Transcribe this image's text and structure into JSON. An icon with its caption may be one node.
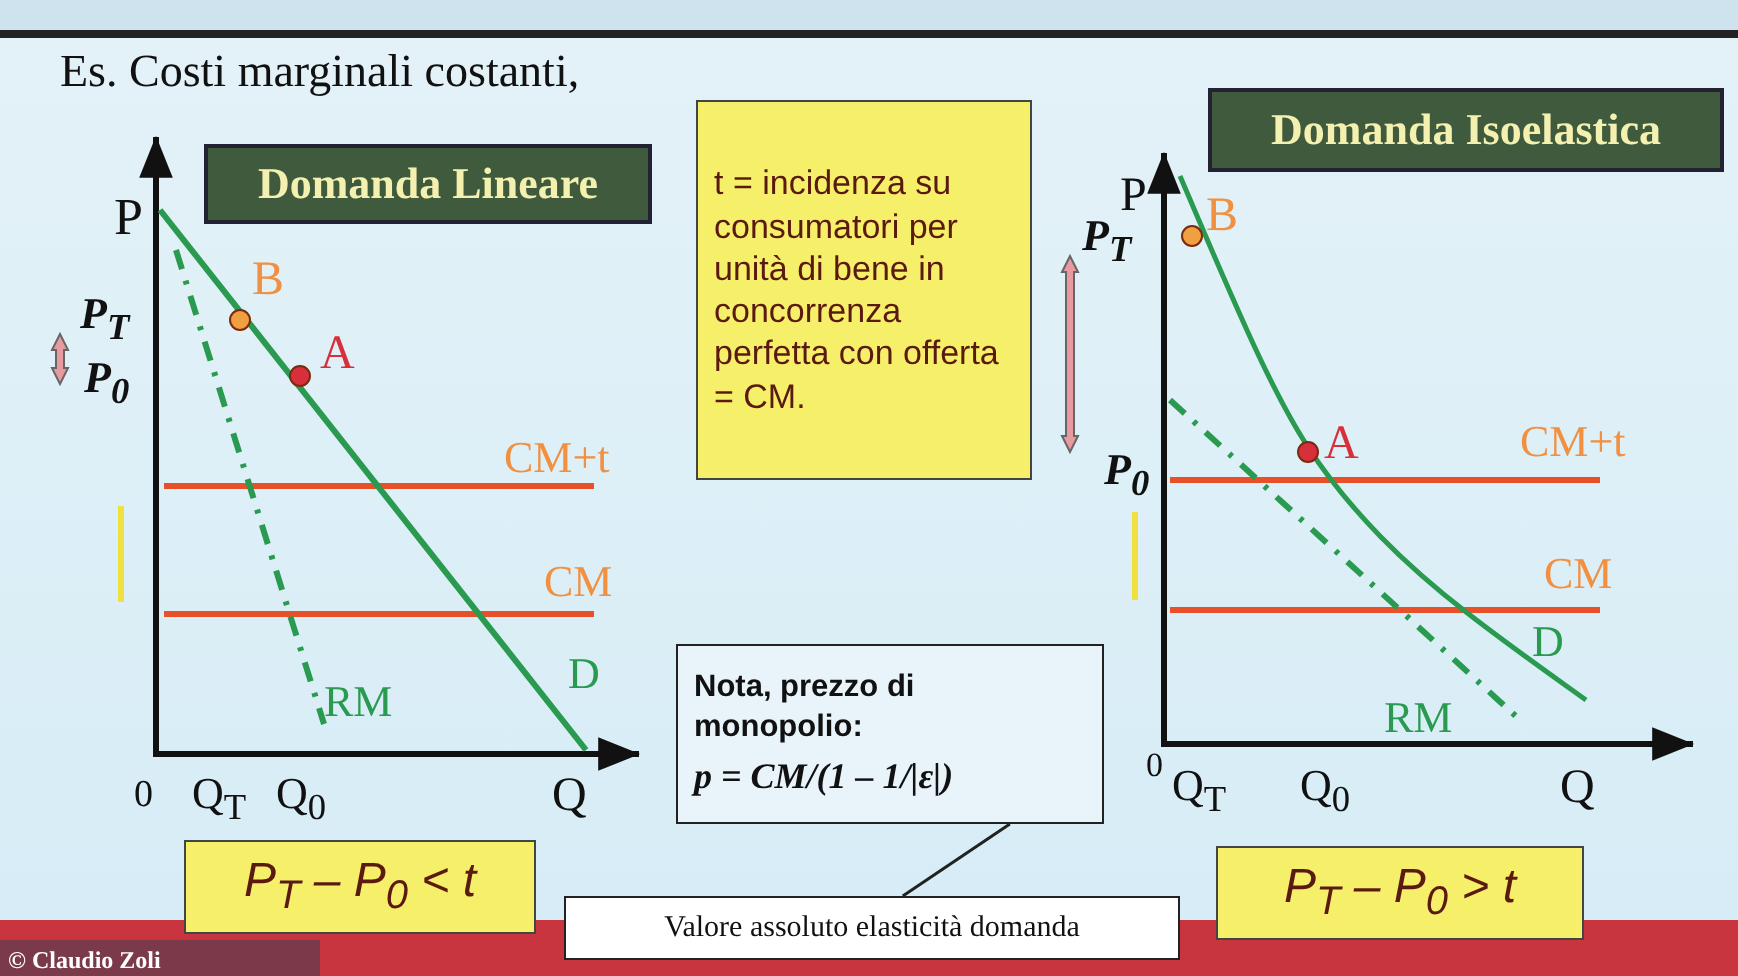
{
  "diagram": {
    "title": "Es. Costi marginali costanti,",
    "nodes": [
      {
        "text": [
          "Domanda Lineare"
        ]
      },
      {
        "text": [
          "t = incidenza su consumatori per unità di bene in concorrenza perfetta con offerta = CM."
        ]
      },
      {
        "text": [
          "Domanda Isoelastica"
        ]
      },
      {
        "text": [
          "Nota, prezzo di monopolio:",
          "p = CM/(1 – 1/|ε|)"
        ]
      },
      {
        "text": [
          "P$_{T}$ – P$_{0}$ < t"
        ]
      },
      {
        "text": [
          "P$_{T}$ – P$_{0}$ > t"
        ]
      },
      {
        "text": [
          "Valore assoluto elasticità domanda"
        ]
      }
    ],
    "edges": [
      {
        "from": 6,
        "to": 3,
        "arrow": "none"
      }
    ],
    "labels": [
      "P",
      "P$_{T}$",
      "P$_{0}$",
      "B",
      "A",
      "CM+t",
      "CM",
      "D",
      "RM",
      "0",
      "Q$_{T}$",
      "Q$_{0}$",
      "Q",
      "P",
      "P$_{T}$",
      "B",
      "A",
      "P$_{0}$",
      "CM+t",
      "CM",
      "D",
      "RM",
      "0",
      "Q$_{T}$",
      "Q$_{0}$",
      "Q",
      "© Claudio Zoli"
    ]
  }
}
